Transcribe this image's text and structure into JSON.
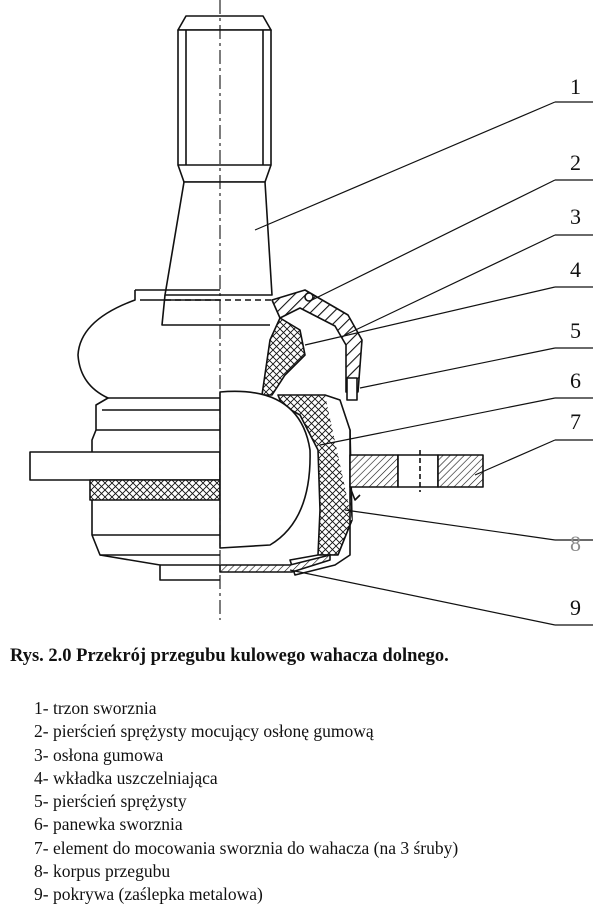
{
  "callouts": [
    {
      "label": "1"
    },
    {
      "label": "2"
    },
    {
      "label": "3"
    },
    {
      "label": "4"
    },
    {
      "label": "5"
    },
    {
      "label": "6"
    },
    {
      "label": "7"
    },
    {
      "label": "8"
    },
    {
      "label": "9"
    }
  ],
  "caption": "Rys. 2.0 Przekrój przegubu kulowego wahacza dolnego.",
  "legend": [
    "1- trzon sworznia",
    "2- pierścień sprężysty mocujący osłonę gumową",
    "3- osłona gumowa",
    "4- wkładka uszczelniająca",
    "5- pierścień sprężysty",
    "6- panewka sworznia",
    "7- element do mocowania sworznia do wahacza (na 3 śruby)",
    "8- korpus przegubu",
    "9- pokrywa (zaślepka metalowa)"
  ]
}
